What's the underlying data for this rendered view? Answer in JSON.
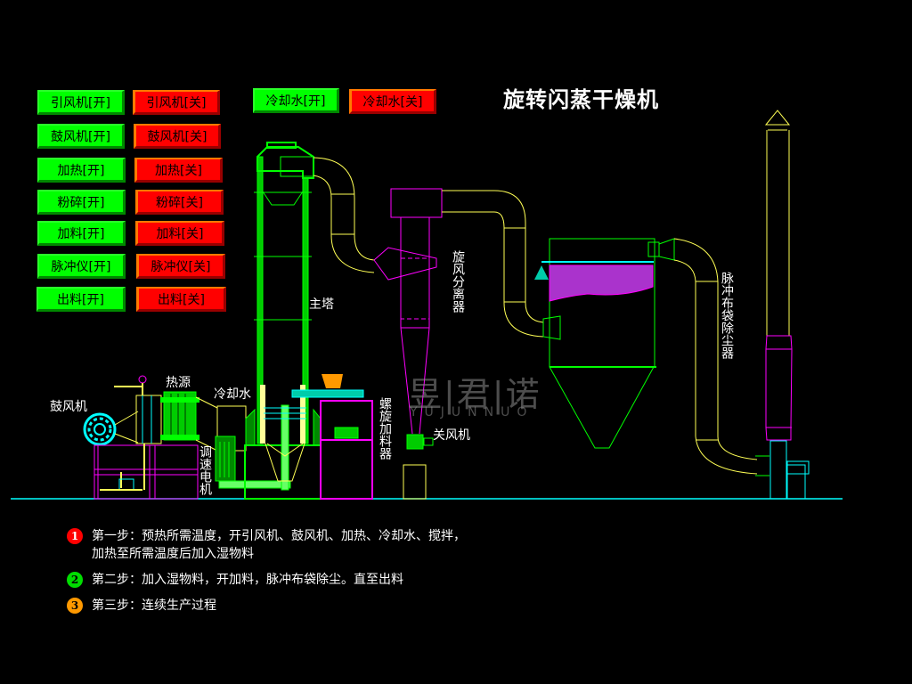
{
  "title": "旋转闪蒸干燥机",
  "controls": [
    {
      "name": "induced-fan",
      "on": "引风机[开]",
      "off": "引风机[关]"
    },
    {
      "name": "blower",
      "on": "鼓风机[开]",
      "off": "鼓风机[关]"
    },
    {
      "name": "heating",
      "on": "加热[开]",
      "off": "加热[关]"
    },
    {
      "name": "crusher",
      "on": "粉碎[开]",
      "off": "粉碎[关]"
    },
    {
      "name": "feeding",
      "on": "加料[开]",
      "off": "加料[关]"
    },
    {
      "name": "pulse",
      "on": "脉冲仪[开]",
      "off": "脉冲仪[关]"
    },
    {
      "name": "discharge",
      "on": "出料[开]",
      "off": "出料[关]"
    }
  ],
  "cooling": {
    "on": "冷却水[开]",
    "off": "冷却水[关]"
  },
  "labels": {
    "blower": "鼓风机",
    "heat_source": "热源",
    "cooling_water": "冷却水",
    "main_tower": "主塔",
    "speed_motor": "调速电机",
    "screw_feeder": "螺旋加料器",
    "cyclone": "旋风分离器",
    "airlock": "关风机",
    "bag_filter": "脉冲布袋除尘器"
  },
  "watermark": {
    "brand_cn": "昱|君|诺",
    "brand_en": "YUJUNNUO"
  },
  "steps": [
    {
      "num": "1",
      "color": "#ff0000",
      "text": "第一步：预热所需温度，开引风机、鼓风机、加热、冷却水、搅拌，",
      "text2": "加热至所需温度后加入湿物料"
    },
    {
      "num": "2",
      "color": "#00dd00",
      "text": "第二步：加入湿物料，开加料，脉冲布袋除尘。直至出料",
      "text2": ""
    },
    {
      "num": "3",
      "color": "#ff9900",
      "text": "第三步：连续生产过程",
      "text2": ""
    }
  ],
  "colors": {
    "on": "#00ff00",
    "off": "#ff0000",
    "green": "#00ff00",
    "yellow": "#ffff55",
    "magenta": "#ff00ff",
    "cyan": "#00ffff"
  }
}
